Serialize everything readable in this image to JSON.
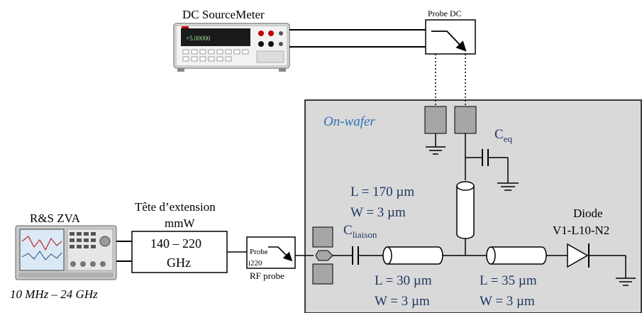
{
  "colors": {
    "onwafer_bg": "#d9d9d9",
    "pad_fill": "#a6a6a6",
    "label_blue": "#1f3864",
    "onwafer_blue": "#2e74b5"
  },
  "instruments": {
    "dc_source": {
      "title": "DC SourceMeter",
      "display": "+5.00000"
    },
    "probe_dc": {
      "title": "Probe DC"
    },
    "vna": {
      "title": "R&S ZVA",
      "range": "10 MHz – 24 GHz"
    },
    "extension": {
      "title_line1": "Tête d’extension",
      "title_line2": "mmW",
      "band_line1": "140 – 220",
      "band_line2": "GHz"
    },
    "rf_probe": {
      "label_line1": "Probe",
      "label_line2": "i220",
      "caption": "RF probe"
    }
  },
  "wafer": {
    "title": "On-wafer",
    "c_eq": {
      "base": "C",
      "sub": "eq"
    },
    "c_liaison": {
      "base": "C",
      "sub": "liaison"
    },
    "line_vertical": {
      "L": "L = 170 µm",
      "W": "W = 3 µm"
    },
    "line_h1": {
      "L": "L = 30 µm",
      "W": "W = 3 µm"
    },
    "line_h2": {
      "L": "L = 35 µm",
      "W": "W = 3 µm"
    },
    "diode": {
      "title": "Diode",
      "ref": "V1-L10-N2"
    }
  }
}
